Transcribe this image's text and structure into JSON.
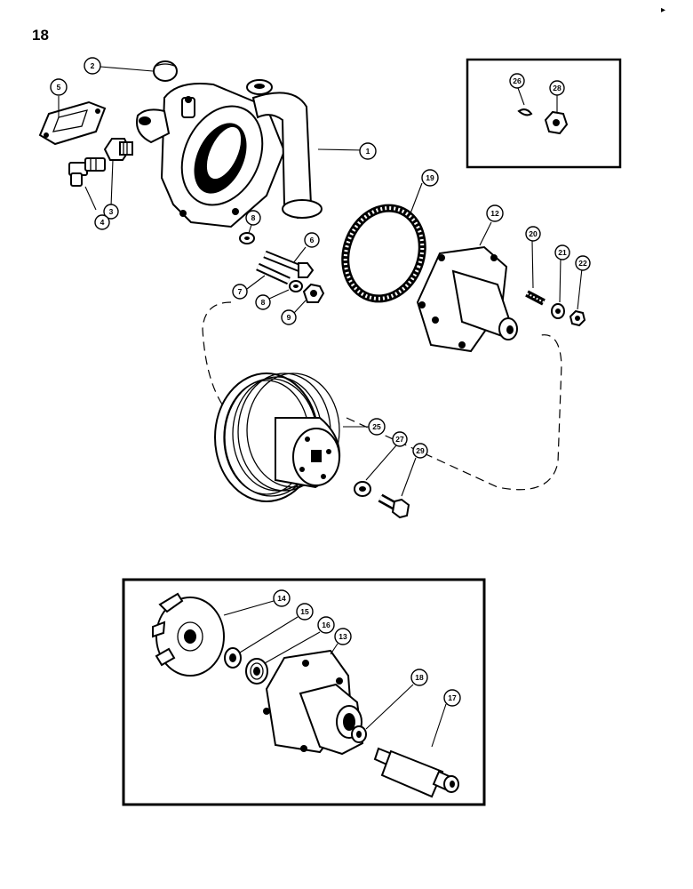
{
  "page": {
    "number": "18",
    "corner_mark": "▸"
  },
  "callouts": {
    "c1": "1",
    "c2": "2",
    "c3": "3",
    "c4": "4",
    "c5": "5",
    "c6": "6",
    "c7": "7",
    "c8a": "8",
    "c8b": "8",
    "c9": "9",
    "c12": "12",
    "c13": "13",
    "c14": "14",
    "c15": "15",
    "c16": "16",
    "c17": "17",
    "c18": "18",
    "c19": "19",
    "c20": "20",
    "c21": "21",
    "c22": "22",
    "c25": "25",
    "c26": "26",
    "c27": "27",
    "c28": "28",
    "c29": "29"
  }
}
